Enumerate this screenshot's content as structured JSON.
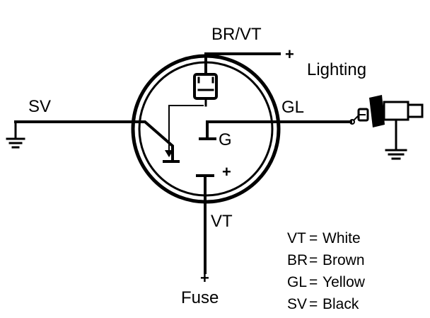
{
  "labels": {
    "br_vt": "BR/VT",
    "lighting": "Lighting",
    "sv": "SV",
    "gl": "GL",
    "g": "G",
    "vt": "VT",
    "fuse": "Fuse",
    "plus": "+"
  },
  "legend": [
    {
      "code": "VT",
      "eq": "=",
      "meaning": "White"
    },
    {
      "code": "BR",
      "eq": "=",
      "meaning": "Brown"
    },
    {
      "code": "GL",
      "eq": "=",
      "meaning": "Yellow"
    },
    {
      "code": "SV",
      "eq": "=",
      "meaning": "Black"
    }
  ]
}
